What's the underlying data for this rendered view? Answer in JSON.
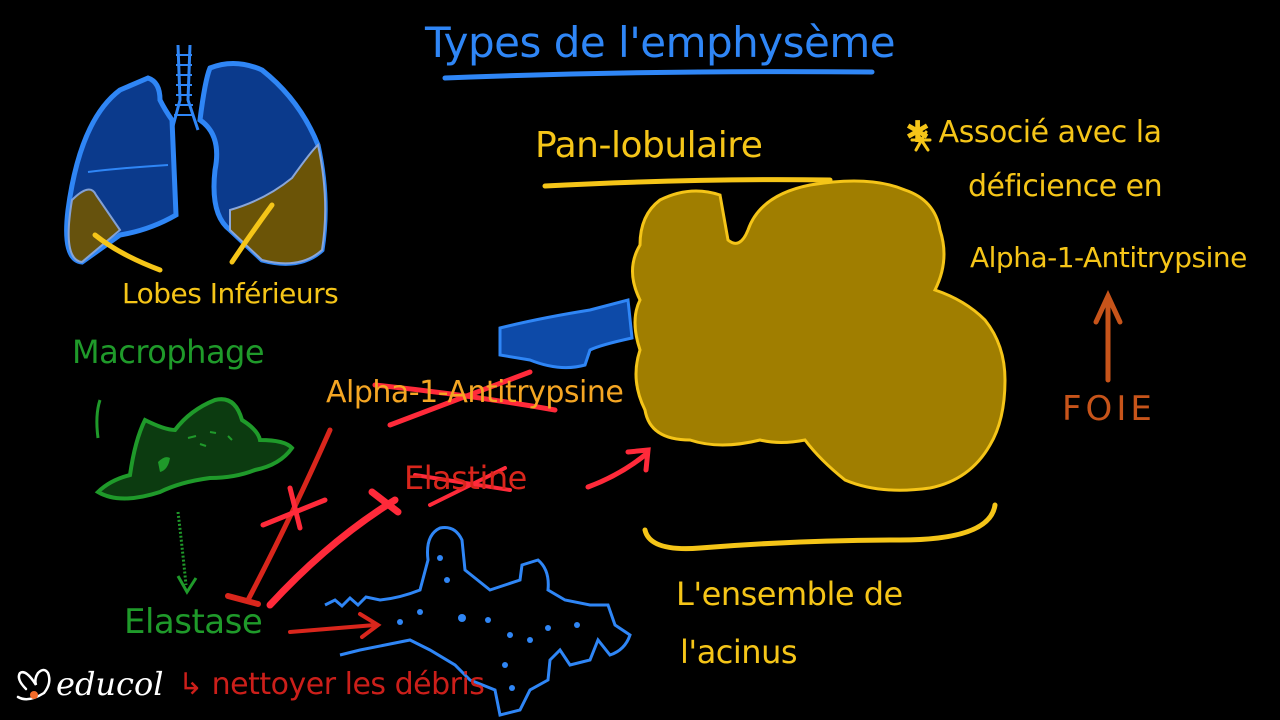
{
  "board": {
    "title": "Types de l'emphysème",
    "subtitle": "Pan-lobulaire",
    "notes": {
      "line1": "✱ Associé avec la",
      "line2": "déficience en",
      "line3": "Alpha-1-Antitrypsine"
    },
    "foie_label": "FOIE",
    "lungs_label": "Lobes Inférieurs",
    "macrophage_label": "Macrophage",
    "alpha_label": "Alpha-1-Antitrypsine",
    "elastine_label": "Elastine",
    "elastase_label": "Elastase",
    "nettoyer_label": "↳ nettoyer les débris",
    "acinus_line1": "L'ensemble de",
    "acinus_line2": "l'acinus"
  },
  "colors": {
    "background": "#000000",
    "title_blue": "#2f86f6",
    "yellow": "#f5c518",
    "acinus_fill": "#a07e00",
    "lung_fill": "#0b3a8c",
    "lung_lower_fill": "#6b5407",
    "green": "#1f9a2a",
    "red": "#e0262b",
    "orange": "#c7541a"
  },
  "logo": {
    "text": "educol"
  }
}
